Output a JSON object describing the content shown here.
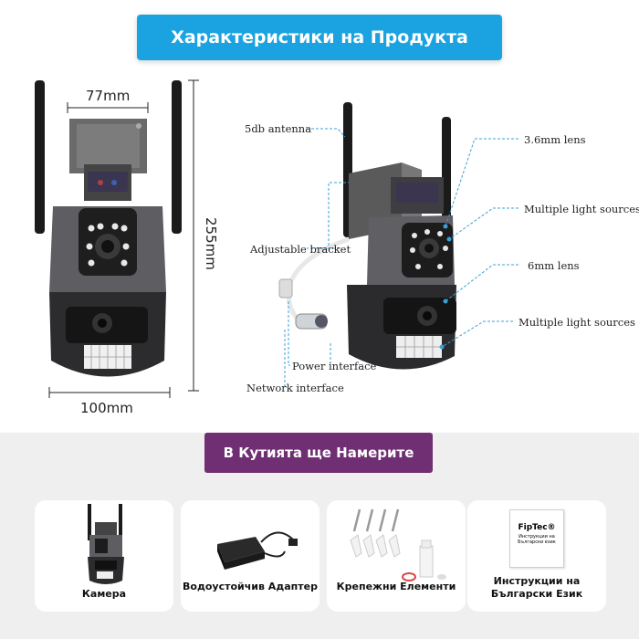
{
  "header": {
    "title": "Характеристики на Продукта"
  },
  "dimensions": {
    "width_top": "77mm",
    "width_bottom": "100mm",
    "height": "255mm"
  },
  "callouts": {
    "antenna": "5db antenna",
    "bracket": "Adjustable bracket",
    "power": "Power interface",
    "network": "Network interface",
    "lens_36": "3.6mm lens",
    "light1": "Multiple light sources",
    "lens_6": "6mm lens",
    "light2": "Multiple light sources"
  },
  "box": {
    "title": "В Кутията ще Намерите",
    "items": [
      {
        "label": "Камера",
        "icon": "camera-thumb"
      },
      {
        "label": "Водоустойчив Адаптер",
        "icon": "adapter-thumb"
      },
      {
        "label": "Крепежни Елементи",
        "icon": "screws-thumb"
      },
      {
        "label": "Инструкции на Български Език",
        "icon": "manual-thumb"
      }
    ],
    "manual_brand": "FipTec®",
    "manual_text": "Инструкции на Български език"
  },
  "colors": {
    "top_banner": "#1aa3e0",
    "box_banner": "#6f2f72",
    "callout_line": "#3aa0d8"
  }
}
